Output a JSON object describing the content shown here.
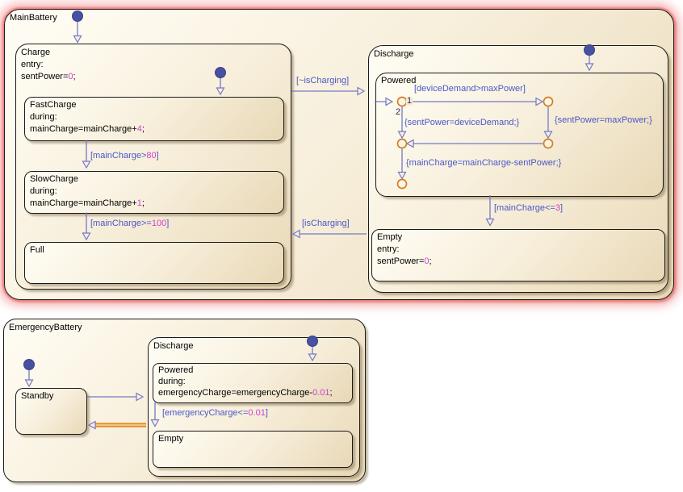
{
  "colors": {
    "transition_line": "#7478c8",
    "condition_text": "#4a57c8",
    "literal_text": "#d03ed0",
    "junction_stroke": "#cf7e2b",
    "highlight_transition": "#e0912a",
    "default_dot": "#47519f",
    "state_fill_light": "#fffdf4",
    "state_fill_dark": "#e8d8b6",
    "selection_glow": "#f28c8c"
  },
  "main_battery": {
    "label": "MainBattery",
    "t_not_charging": "[~isCharging]",
    "t_charging": "[isCharging]",
    "charge": {
      "label": "Charge",
      "entry_kw": "entry:",
      "action": {
        "pre": "sentPower=",
        "num": "0",
        "post": ";"
      },
      "fast_charge": {
        "label": "FastCharge",
        "during_kw": "during:",
        "action": {
          "pre": "mainCharge=mainCharge+",
          "num": "4",
          "post": ";"
        }
      },
      "slow_charge": {
        "label": "SlowCharge",
        "during_kw": "during:",
        "action": {
          "pre": "mainCharge=mainCharge+",
          "num": "1",
          "post": ";"
        }
      },
      "full": {
        "label": "Full"
      },
      "t_fast_slow": {
        "pre": "[mainCharge>",
        "num": "80",
        "post": "]"
      },
      "t_slow_full": {
        "pre": "[mainCharge>=",
        "num": "100",
        "post": "]"
      }
    },
    "discharge": {
      "label": "Discharge",
      "powered": {
        "label": "Powered",
        "t_demand": "[deviceDemand>maxPower]",
        "order1": "1",
        "order2": "2",
        "a_device": "{sentPower=deviceDemand;}",
        "a_max": "{sentPower=maxPower;}",
        "a_main": "{mainCharge=mainCharge-sentPower;}"
      },
      "empty": {
        "label": "Empty",
        "entry_kw": "entry:",
        "action": {
          "pre": "sentPower=",
          "num": "0",
          "post": ";"
        }
      },
      "t_powered_empty": {
        "pre": "[mainCharge<=",
        "num": "3",
        "post": "]"
      }
    }
  },
  "emergency_battery": {
    "label": "EmergencyBattery",
    "standby": {
      "label": "Standby"
    },
    "discharge": {
      "label": "Discharge",
      "powered": {
        "label": "Powered",
        "during_kw": "during:",
        "action": {
          "pre": "emergencyCharge=emergencyCharge-",
          "num": "0.01",
          "post": ";"
        }
      },
      "empty": {
        "label": "Empty"
      },
      "t_powered_empty": {
        "pre": "[emergencyCharge<=",
        "num": "0.01",
        "post": "]"
      }
    }
  }
}
